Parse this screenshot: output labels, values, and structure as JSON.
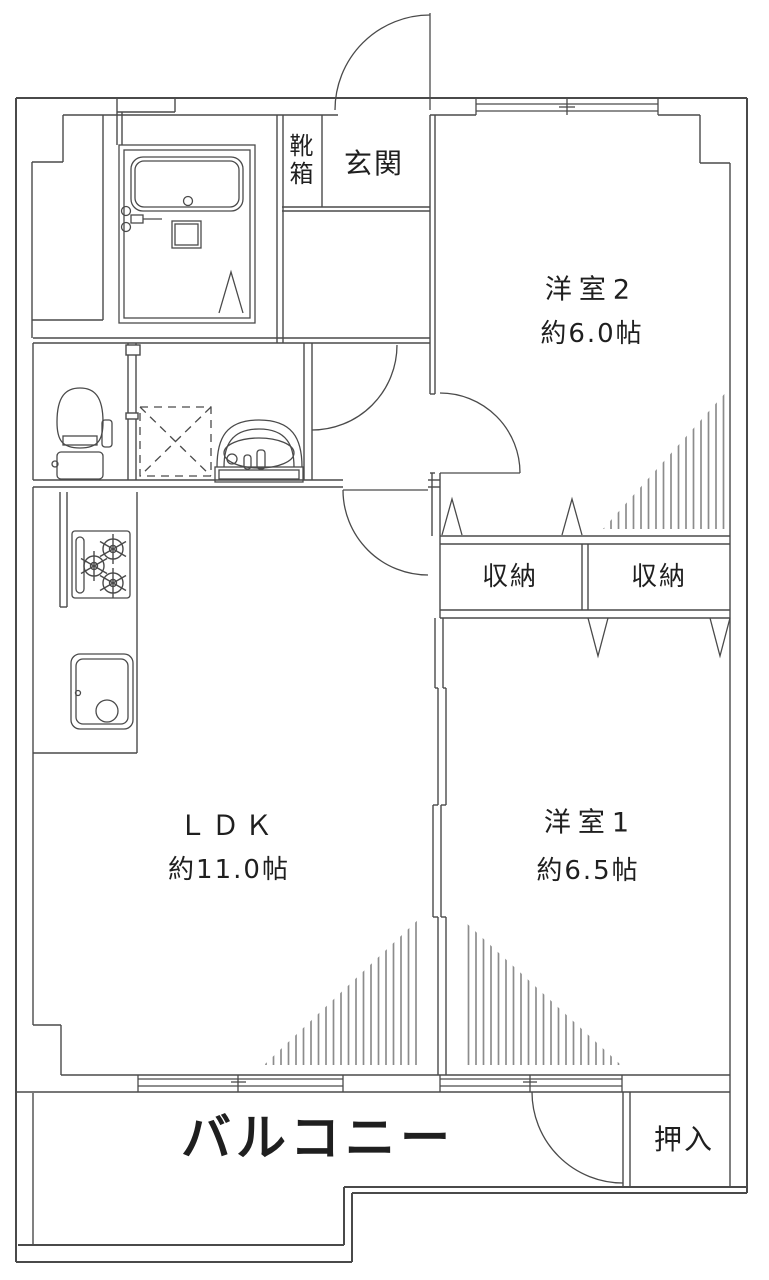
{
  "page": {
    "title": "2LDK apartment floor plan",
    "background": "#ffffff"
  },
  "colors": {
    "wall_line": "#4a4a4a",
    "hatch_line": "#8c8c8c",
    "text": "#1f1f1f"
  },
  "labels": {
    "entrance": "玄関",
    "shoe_box": "靴箱",
    "room2_name": "洋室2",
    "room2_size": "約6.0帖",
    "storage_left": "収納",
    "storage_right": "収納",
    "ldk_name": "ＬＤＫ",
    "ldk_size": "約11.0帖",
    "room1_name": "洋室1",
    "room1_size": "約6.5帖",
    "balcony": "バルコニー",
    "closet": "押入"
  },
  "fixtures": {
    "bathtub": "bathtub-icon",
    "bath_faucet": "bath-faucet-icon",
    "bath_stool": "bath-counter-icon",
    "toilet": "toilet-icon",
    "washbasin": "washbasin-icon",
    "washing_machine_space": "washing-machine-space-icon",
    "gas_stove": "gas-stove-icon",
    "kitchen_sink": "kitchen-sink-icon"
  }
}
